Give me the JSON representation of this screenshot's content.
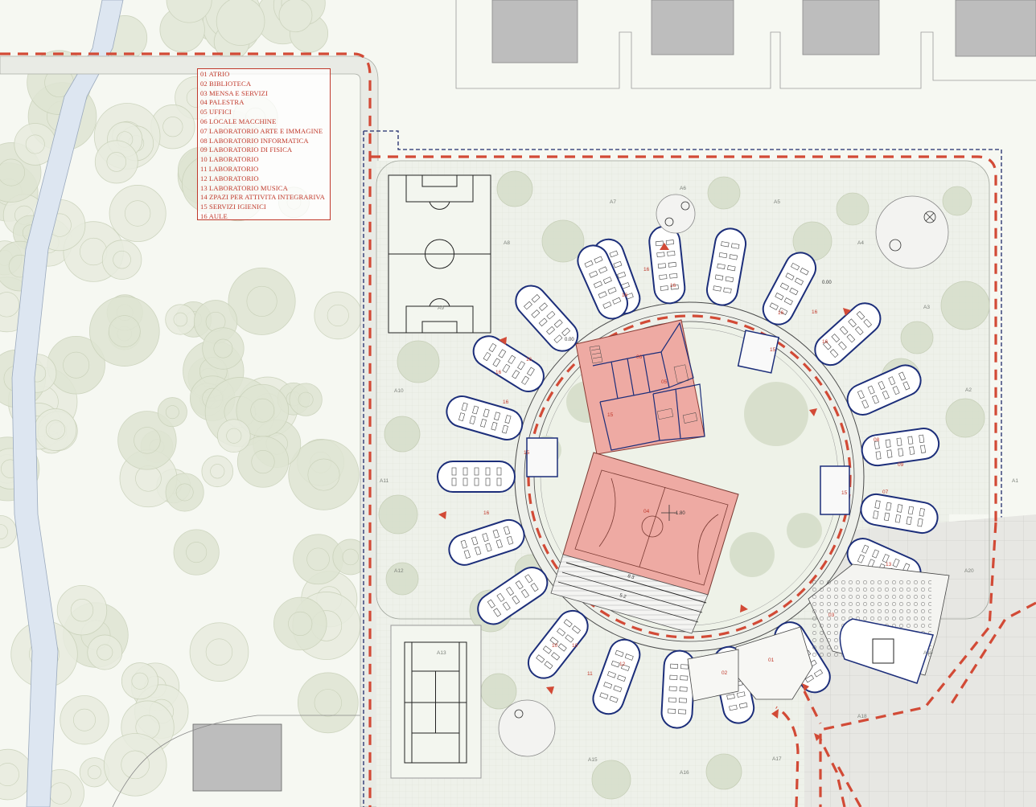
{
  "legend": {
    "items": [
      "01 ATRIO",
      "02 BIBLIOTECA",
      "03 MENSA E SERVIZI",
      "04 PALESTRA",
      "05 UFFICI",
      "06 LOCALE MACCHINE",
      "07 LABORATORIO ARTE E IMMAGINE",
      "08 LABORATORIO INFORMATICA",
      "09 LABORATORIO DI FISICA",
      "10 LABORATORIO",
      "11 LABORATORIO",
      "12 LABORATORIO",
      "13 LABORATORIO  MUSICA",
      "14 ZPAZI PER ATTIVITA INTEGRARIVA",
      "15 SERVIZI IGIENICI",
      "16 AULE"
    ]
  },
  "area_labels": {
    "a1": "A1",
    "a2": "A2",
    "a3": "A3",
    "a4": "A4",
    "a5": "A5",
    "a6": "A6",
    "a7": "A7",
    "a8": "A8",
    "a9": "A9",
    "a10": "A10",
    "a11": "A11",
    "a12": "A12",
    "a13": "A13",
    "a15": "A15",
    "a16": "A16",
    "a17": "A17",
    "a18": "A18",
    "a19": "A19",
    "a20": "A20"
  },
  "levels": {
    "center": "-1.80",
    "north": "0.00",
    "east": "0.00"
  },
  "room_numbers": {
    "r01": "01",
    "r02": "02",
    "r03": "03",
    "r04": "04",
    "r05": "05",
    "r06": "06",
    "r07": "07",
    "r08": "08",
    "r09": "09",
    "r10a": "10",
    "r10b": "10",
    "r11": "11",
    "r12": "12",
    "r13": "13",
    "r15a": "15",
    "r15b": "15",
    "r15c": "15",
    "r15d": "15",
    "r16a": "16",
    "r16b": "16",
    "r16c": "16",
    "r16d": "16",
    "r16e": "16",
    "r16f": "16",
    "r16g": "16",
    "r16h": "16",
    "r16i": "16",
    "r16j": "16"
  },
  "track_labels": {
    "t1": "8.3",
    "t2": "5.2"
  },
  "colors": {
    "route": "#d24a36",
    "boundary": "#1f2a6b",
    "building_outline": "#1c2e7a",
    "pink_block": "#eeaaa3",
    "tree": "#cfd8c4",
    "canal": "#dde6f1",
    "legend": "#c0392b"
  }
}
